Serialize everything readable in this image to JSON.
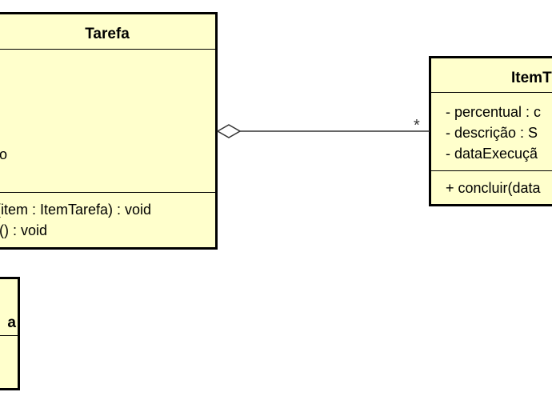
{
  "tarefa": {
    "name": "Tarefa",
    "attr_visible": "o",
    "operations": [
      "m(item : ItemTarefa) : void",
      "us() : void"
    ]
  },
  "item_tarefa": {
    "name": "ItemT",
    "attributes": [
      "- percentual : c",
      "- descrição : S",
      "- dataExecuçã"
    ],
    "operations": [
      "+ concluir(data"
    ]
  },
  "third_class": {
    "name": "a"
  },
  "association": {
    "type": "aggregation",
    "multiplicity": "*"
  },
  "colors": {
    "class_fill": "#ffffcc",
    "border": "#000000",
    "line": "#333333"
  }
}
